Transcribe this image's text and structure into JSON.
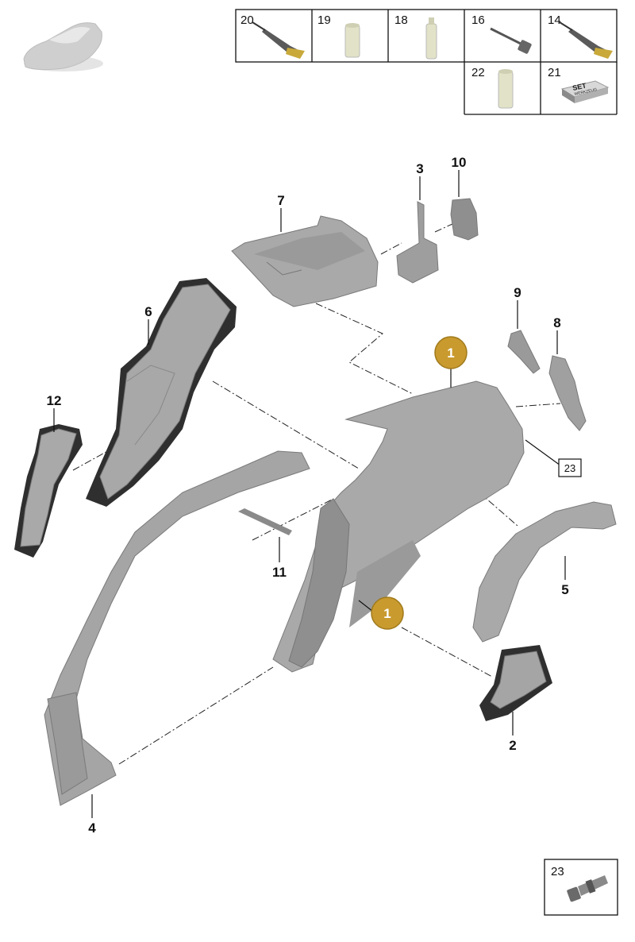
{
  "tool_table": {
    "top_row": [
      {
        "number": "20",
        "icon": "adhesive-cartridge-icon"
      },
      {
        "number": "19",
        "icon": "sealant-can-icon"
      },
      {
        "number": "18",
        "icon": "sealant-tube-icon"
      },
      {
        "number": "16",
        "icon": "rivet-pin-icon"
      },
      {
        "number": "14",
        "icon": "adhesive-cartridge-icon"
      }
    ],
    "bottom_row": [
      {
        "number": "22",
        "icon": "sealant-can-icon"
      },
      {
        "number": "21",
        "icon": "tool-set-box-icon",
        "label_line1": "SET",
        "label_line2": "WERKZEUG"
      }
    ]
  },
  "parts": [
    {
      "number": "1",
      "name": "side-panel"
    },
    {
      "number": "2",
      "name": "bracket-lower-rear"
    },
    {
      "number": "3",
      "name": "bracket-upper"
    },
    {
      "number": "4",
      "name": "a-pillar-roof-frame"
    },
    {
      "number": "5",
      "name": "wheel-arch-liner"
    },
    {
      "number": "6",
      "name": "c-pillar-inner"
    },
    {
      "number": "7",
      "name": "rear-shelf-panel"
    },
    {
      "number": "8",
      "name": "hinge-bracket-large"
    },
    {
      "number": "9",
      "name": "hinge-bracket-small"
    },
    {
      "number": "10",
      "name": "reinforcement-plate"
    },
    {
      "number": "11",
      "name": "sealing-strip"
    },
    {
      "number": "12",
      "name": "b-pillar-reinforcement"
    }
  ],
  "callouts": [
    {
      "number": "1",
      "target": "side-panel-upper"
    },
    {
      "number": "1",
      "target": "side-panel-lower"
    }
  ],
  "reference_box": {
    "number": "23"
  },
  "fastener_box": {
    "number": "23",
    "icon": "bolt-icon"
  },
  "colors": {
    "callout_fill": "#c99a2e",
    "callout_stroke": "#a07a1c",
    "part_gray": "#a8a8a8",
    "part_dark": "#3a3a3a"
  }
}
